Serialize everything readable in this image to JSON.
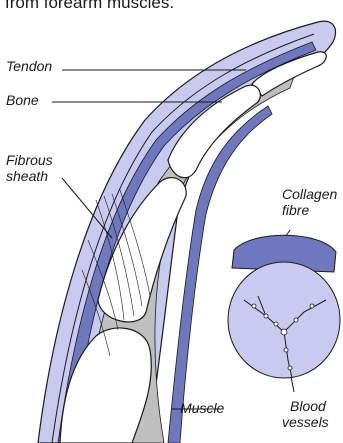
{
  "caption": "from forearm muscles.",
  "labels": {
    "tendon": "Tendon",
    "bone": "Bone",
    "fibrous_line1": "Fibrous",
    "fibrous_line2": "sheath",
    "collagen_line1": "Collagen",
    "collagen_line2": "fibre",
    "muscle": "Muscle",
    "blood_line1": "Blood",
    "blood_line2": "vessels"
  },
  "colors": {
    "sheath": "#c8cbef",
    "tendon": "#6f77bf",
    "bone": "#ffffff",
    "cavity": "#bfbfbf",
    "outline": "#1a1a1a"
  }
}
